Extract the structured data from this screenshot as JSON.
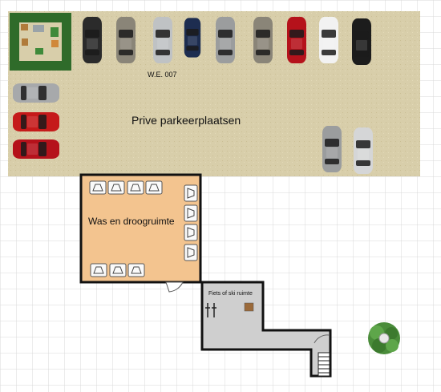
{
  "labels": {
    "parking_title": "Prive parkeerplaatsen",
    "parking_id": "W.E. 007",
    "laundry_title": "Was en droogruimte",
    "bike_title": "Fiets of ski ruimte"
  },
  "colors": {
    "grid_line": "#d9d9d9",
    "parking_surface": "#d8ceaa",
    "laundry_floor": "#f3c48f",
    "storage_floor": "#cfcfcf",
    "wall": "#111111",
    "hedge": "#2f6b2a"
  },
  "icons": {
    "cars": "car-icon",
    "washers": "washing-machine-icon",
    "plant": "plant-icon",
    "door": "door-icon",
    "stairs": "stairs-icon",
    "bikes": "bicycle-icon"
  }
}
